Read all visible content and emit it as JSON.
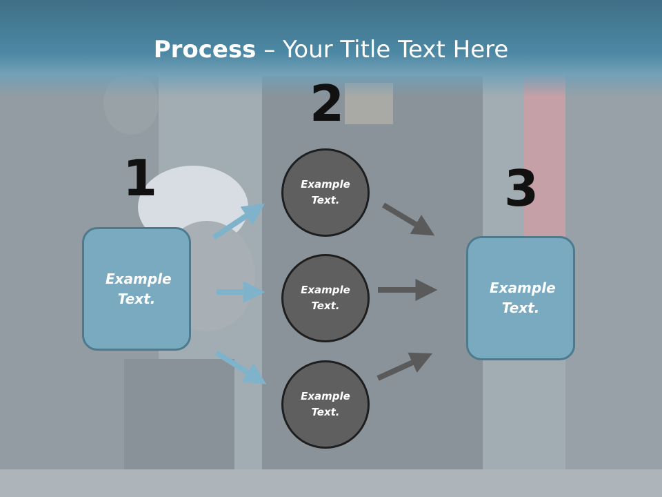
{
  "slide": {
    "title_bold": "Process",
    "title_rest": " – Your Title Text Here"
  },
  "steps": {
    "one": "1",
    "two": "2",
    "three": "3"
  },
  "boxes": {
    "left": "Example Text.",
    "right": "Example Text."
  },
  "circles": {
    "top": "Example Text.",
    "middle": "Example Text.",
    "bottom": "Example Text."
  },
  "colors": {
    "title_bar": "#4c88a4",
    "box_fill": "#7aaac0",
    "box_border": "#4e7a8d",
    "circle_fill": "#5f5f5f",
    "blue_arrow": "#7fb2cb",
    "gray_arrow": "#5a5a5a"
  }
}
